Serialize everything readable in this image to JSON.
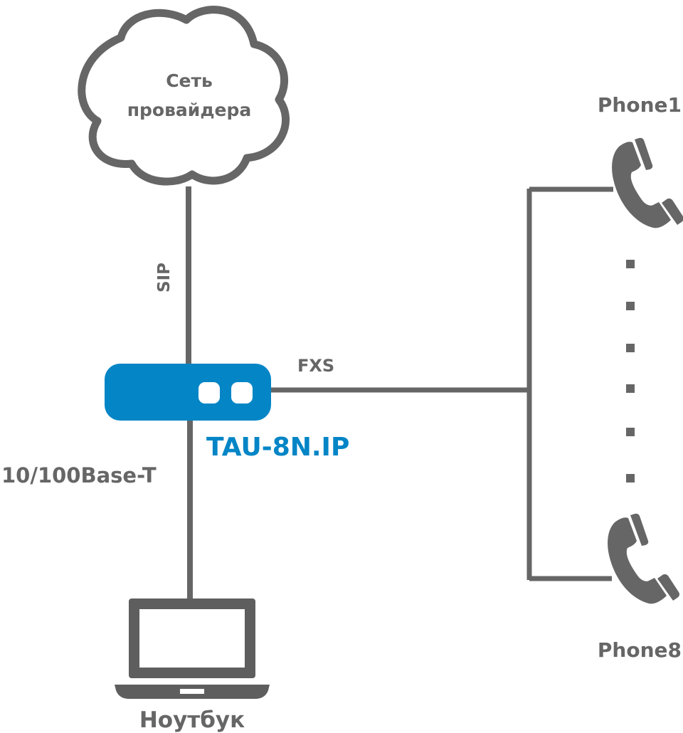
{
  "diagram": {
    "cloud": {
      "line1": "Сеть",
      "line2": "провайдера"
    },
    "links": {
      "sip": "SIP",
      "fxs": "FXS",
      "ethernet": "10/100Base-T"
    },
    "device": {
      "name": "TAU-8N.IP"
    },
    "laptop": {
      "label": "Ноутбук"
    },
    "phones": [
      {
        "label": "Phone1"
      },
      {
        "label": "Phone8"
      }
    ],
    "ellipsis_dots": 6
  },
  "colors": {
    "line": "#666666",
    "device": "#0385c6",
    "text": "#666666",
    "device_text": "#0385c6"
  }
}
